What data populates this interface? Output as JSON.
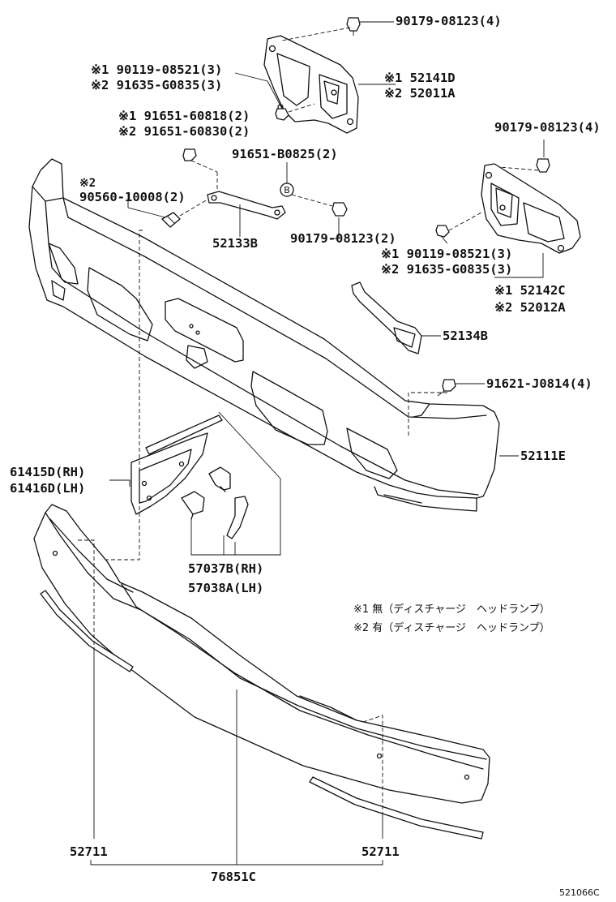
{
  "diagram_id": "521066C",
  "circle_marker": "B",
  "labels": {
    "p90179_top": "90179-08123(4)",
    "p90119_a": "※1 90119-08521(3)",
    "p91635_a": "※2 91635-G0835(3)",
    "p52141d": "※1 52141D",
    "p52011a": "※2 52011A",
    "p91651_60818": "※1 91651-60818(2)",
    "p91651_60830": "※2 91651-60830(2)",
    "p91651_b0825": "91651-B0825(2)",
    "p90179_right": "90179-08123(4)",
    "p90560_mark": "※2",
    "p90560": "90560-10008(2)",
    "p52133b": "52133B",
    "p90179_mid": "90179-08123(2)",
    "p90119_b": "※1 90119-08521(3)",
    "p91635_b": "※2 91635-G0835(3)",
    "p52142c": "※1 52142C",
    "p52012a": "※2 52012A",
    "p52134b": "52134B",
    "p91621": "91621-J0814(4)",
    "p52111e": "52111E",
    "p61415d": "61415D(RH)",
    "p61416d": "61416D(LH)",
    "p57037b": "57037B(RH)",
    "p57038a": "57038A(LH)",
    "p52711_left": "52711",
    "p52711_right": "52711",
    "p76851c": "76851C"
  },
  "notes": [
    "※1 無（ディスチャージ　ヘッドランプ）",
    "※2 有（ディスチャージ　ヘッドランプ）"
  ]
}
